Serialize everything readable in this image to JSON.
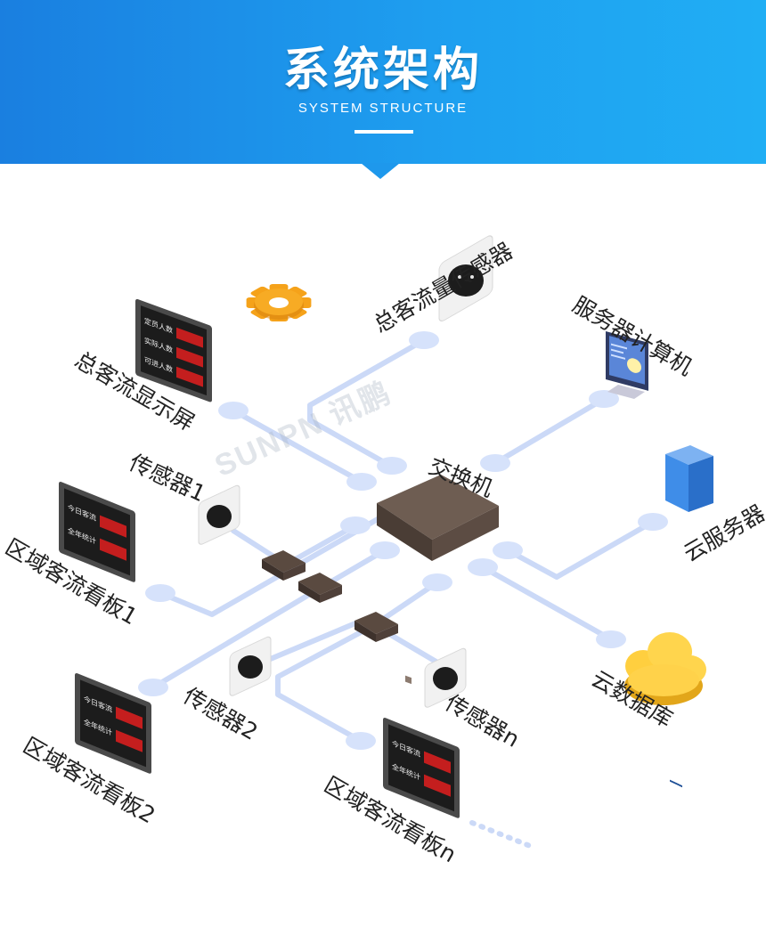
{
  "header": {
    "title": "系统架构",
    "subtitle": "SYSTEM STRUCTURE"
  },
  "watermark": "SUNPN 讯鹏",
  "nodes": {
    "total_sensor": "总客流量传感器",
    "server_computer": "服务器计算机",
    "total_display": "总客流显示屏",
    "switch": "交换机",
    "sensor_1": "传感器1",
    "cloud_server": "云服务器",
    "zone_board_1": "区域客流看板1",
    "sensor_2": "传感器2",
    "sensor_n": "传感器n",
    "cloud_db": "云数据库",
    "zone_board_2": "区域客流看板2",
    "zone_board_n": "区域客流看板n"
  },
  "boards": {
    "total_rows": [
      "定员人数",
      "实际人数",
      "可进人数"
    ],
    "zone_rows": [
      "今日客流",
      "全年统计"
    ]
  },
  "colors": {
    "banner": "#1e98ec",
    "line": "#c9d8f7",
    "dot": "#d6e2fb",
    "device": "#5f4f46",
    "gear": "#f5a21a",
    "cloud": "#ffd24a",
    "server": "#2f7ee0"
  }
}
